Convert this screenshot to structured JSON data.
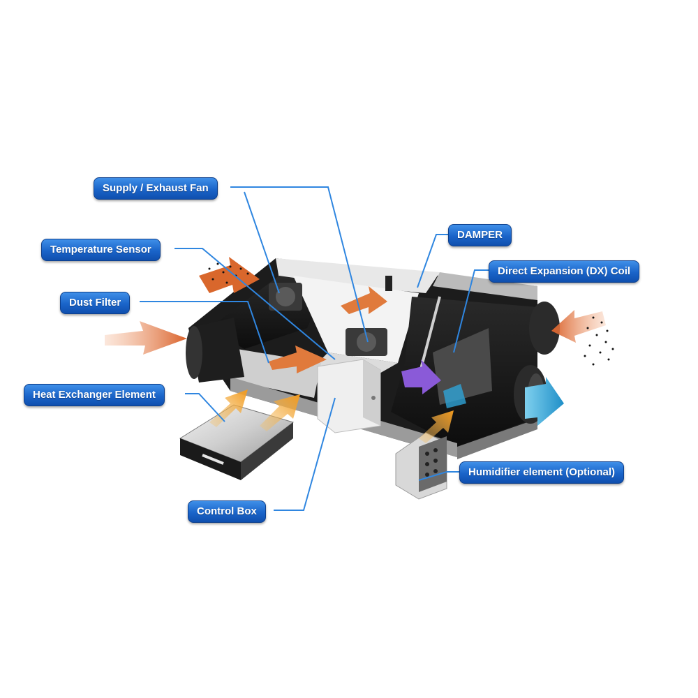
{
  "labels": {
    "supply_exhaust_fan": "Supply / Exhaust Fan",
    "temperature_sensor": "Temperature Sensor",
    "dust_filter": "Dust Filter",
    "heat_exchanger_element": "Heat Exchanger Element",
    "control_box": "Control Box",
    "damper": "DAMPER",
    "dx_coil": "Direct Expansion (DX) Coil",
    "humidifier_element": "Humidifier element (Optional)"
  },
  "colors": {
    "callout_blue": "#1a64c9",
    "leader_line": "#2f86e0",
    "outdoor_air_arrow": "#d96a2c",
    "supply_air_arrow": "#2ea3d6",
    "heat_exchange_arrow": "#f0a030",
    "cooling_arrow": "#8a5ad8"
  },
  "icons": [
    "intake-arrow-icon",
    "exhaust-arrow-icon",
    "supply-arrow-icon",
    "heat-flow-arrow-icon",
    "cooling-arrow-icon"
  ]
}
